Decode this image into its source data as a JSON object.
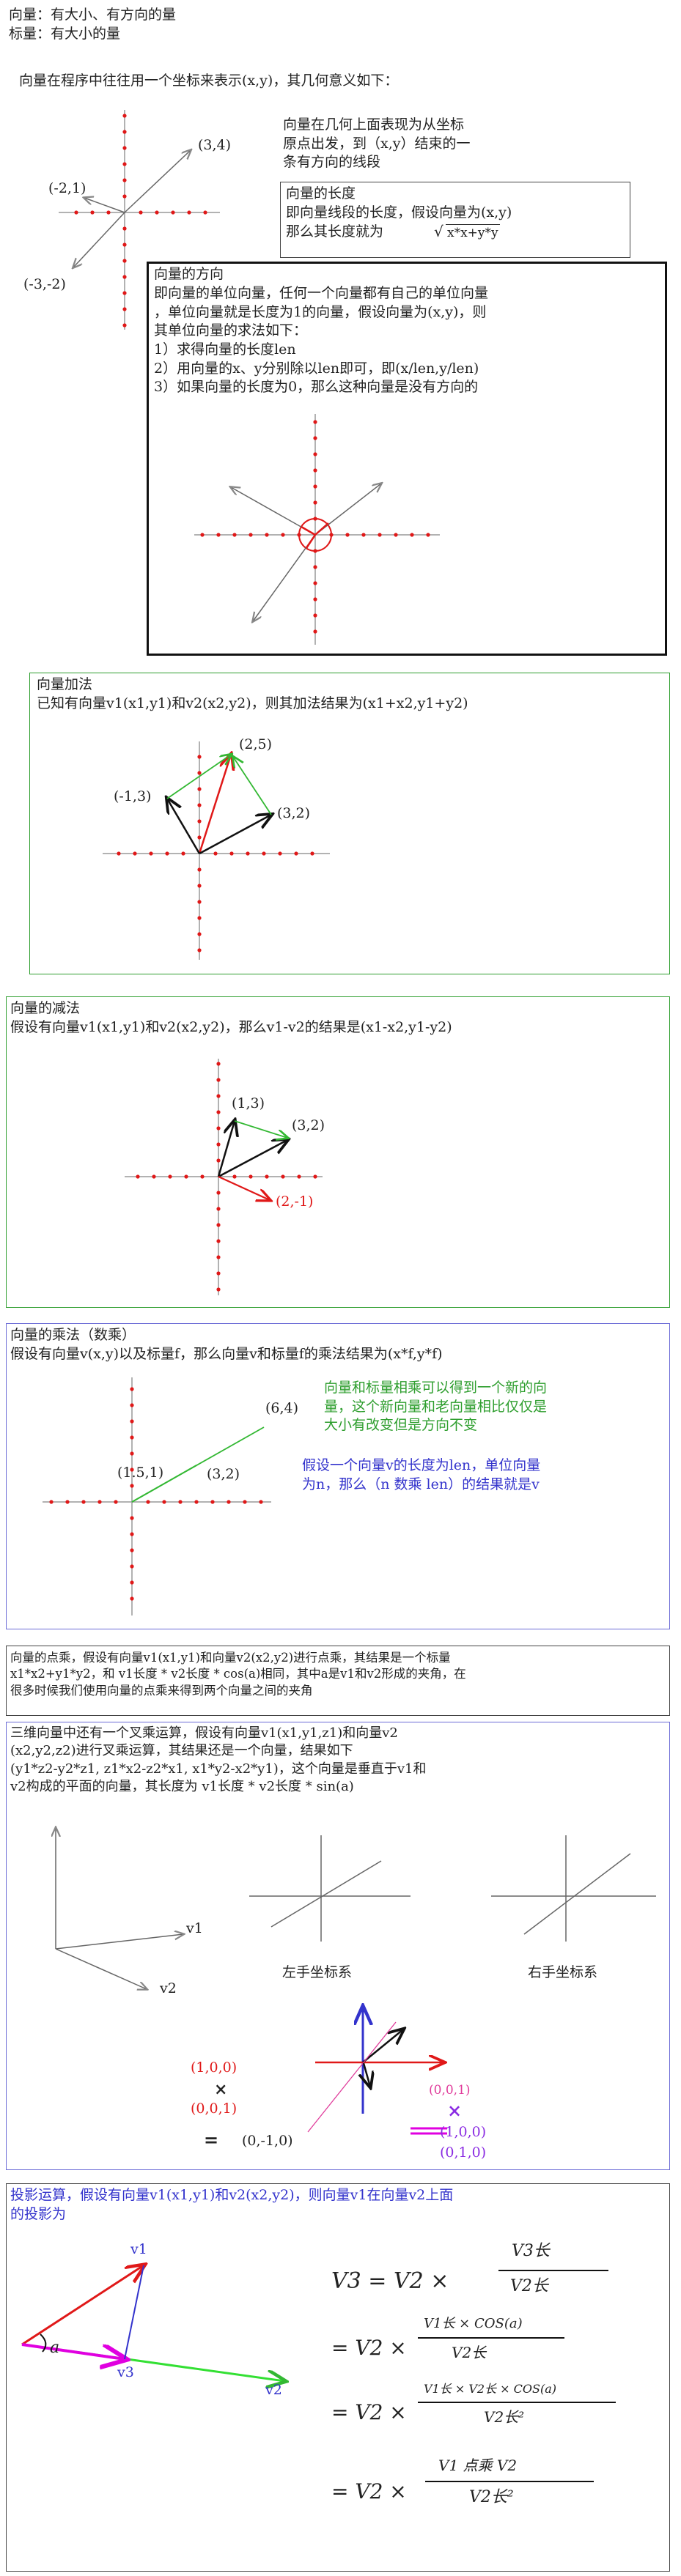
{
  "colors": {
    "red": "#e01818",
    "green": "#33b833",
    "black": "#111111",
    "blue": "#3333cc",
    "magenta": "#e000e0",
    "purple": "#8a2be2",
    "box_green": "#2e9e2e",
    "box_blue": "#6b6bd6"
  },
  "intro": {
    "line1": "向量：有大小、有方向的量",
    "line2": "标量：有大小的量",
    "line3": "向量在程序中往往用一个坐标来表示(x,y)，其几何意义如下：",
    "note": "向量在几何上面表现为从坐标\n原点出发，到（x,y）结束的一\n条有方向的线段",
    "pts": {
      "a": "(3,4)",
      "b": "(-2,1)",
      "c": "(-3,-2)"
    }
  },
  "length": {
    "title": "向量的长度",
    "body": "即向量线段的长度，假设向量为(x,y)\n那么其长度就为",
    "formula": "x*x+y*y"
  },
  "unit": {
    "title": "向量的方向",
    "body": "即向量的单位向量，任何一个向量都有自己的单位向量\n，单位向量就是长度为1的向量，假设向量为(x,y)，则\n其单位向量的求法如下：\n1）求得向量的长度len\n2）用向量的x、y分别除以len即可，即(x/len,y/len)\n3）如果向量的长度为0，那么这种向量是没有方向的"
  },
  "add": {
    "title": "向量加法",
    "body": "已知有向量v1(x1,y1)和v2(x2,y2)，则其加法结果为(x1+x2,y1+y2)",
    "pts": {
      "sum": "(2,5)",
      "a": "(-1,3)",
      "b": "(3,2)"
    }
  },
  "sub": {
    "title": "向量的减法",
    "body": "假设有向量v1(x1,y1)和v2(x2,y2)，那么v1-v2的结果是(x1-x2,y1-y2)",
    "pts": {
      "a": "(1,3)",
      "b": "(3,2)",
      "diff": "(2,-1)"
    }
  },
  "mul": {
    "title": "向量的乘法（数乘）",
    "body": "假设有向量v(x,y)以及标量f，那么向量v和标量f的乘法结果为(x*f,y*f)",
    "pts": {
      "big": "(6,4)",
      "small": "(1.5,1)",
      "mid": "(3,2)"
    },
    "note_green": "向量和标量相乘可以得到一个新的向\n量，这个新向量和老向量相比仅仅是\n大小有改变但是方向不变",
    "note_blue": "假设一个向量v的长度为len，单位向量\n为n，那么（n 数乘 len）的结果就是v"
  },
  "dot": {
    "body": "向量的点乘，假设有向量v1(x1,y1)和向量v2(x2,y2)进行点乘，其结果是一个标量\nx1*x2+y1*y2，和 v1长度 * v2长度 * cos(a)相同，其中a是v1和v2形成的夹角，在\n很多时候我们使用向量的点乘来得到两个向量之间的夹角"
  },
  "cross": {
    "body": "三维向量中还有一个叉乘运算，假设有向量v1(x1,y1,z1)和向量v2\n(x2,y2,z2)进行叉乘运算，其结果还是一个向量，结果如下\n(y1*z2-y2*z1, z1*x2-z2*x1, x1*y2-x2*y1)，这个向量是垂直于v1和\nv2构成的平面的向量，其长度为 v1长度 * v2长度 * sin(a)",
    "v1": "v1",
    "v2": "v2",
    "left": "左手坐标系",
    "right": "右手坐标系",
    "e1": "(1,0,0)",
    "e2": "(0,0,1)",
    "times": "×",
    "eq": "=",
    "res1": "(0,-1,0)",
    "e3": "(0,0,1)",
    "e4": "(1,0,0)",
    "e5": "(0,1,0)"
  },
  "proj": {
    "title": "投影运算，假设有向量v1(x1,y1)和v2(x2,y2)，则向量v1在向量v2上面\n的投影为",
    "v1": "v1",
    "v2": "v2",
    "v3": "v3",
    "angle": "a",
    "f_lhs": "V3 = V2 ×",
    "f1_num": "V3长",
    "f1_den": "V2长",
    "f2_lhs": "= V2 ×",
    "f2_num": "V1长 × COS(a)",
    "f2_den": "V2长",
    "f3_lhs": "= V2 ×",
    "f3_num": "V1长 × V2长 × COS(a)",
    "f3_den": "V2长²",
    "f4_lhs": "= V2 ×",
    "f4_num": "V1 点乘 V2",
    "f4_den": "V2长²"
  }
}
